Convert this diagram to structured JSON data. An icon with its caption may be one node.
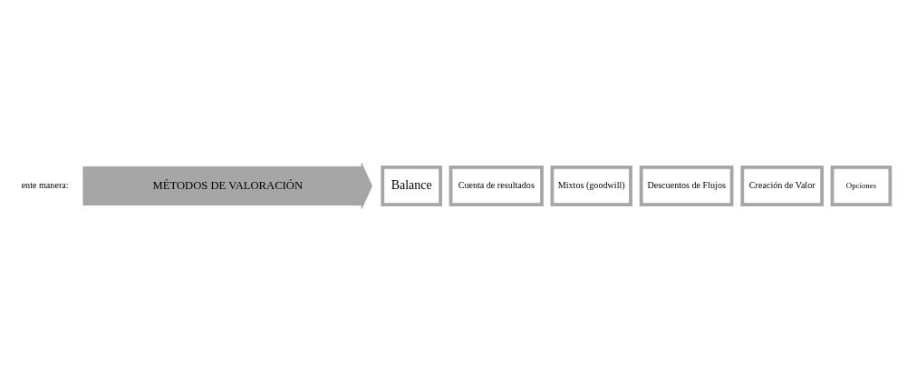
{
  "diagram": {
    "nodes": [
      {
        "text": [
          "MÉTODOS DE VALORACIÓN"
        ]
      },
      {
        "text": [
          "Balance"
        ]
      },
      {
        "text": [
          "Cuenta de resultados"
        ]
      },
      {
        "text": [
          "Mixtos (goodwill)"
        ]
      },
      {
        "text": [
          "Descuentos de Flujos"
        ]
      },
      {
        "text": [
          "Creación de Valor"
        ]
      },
      {
        "text": [
          "Opciones"
        ]
      }
    ],
    "edges": [],
    "labels": [
      "ente manera:"
    ]
  }
}
